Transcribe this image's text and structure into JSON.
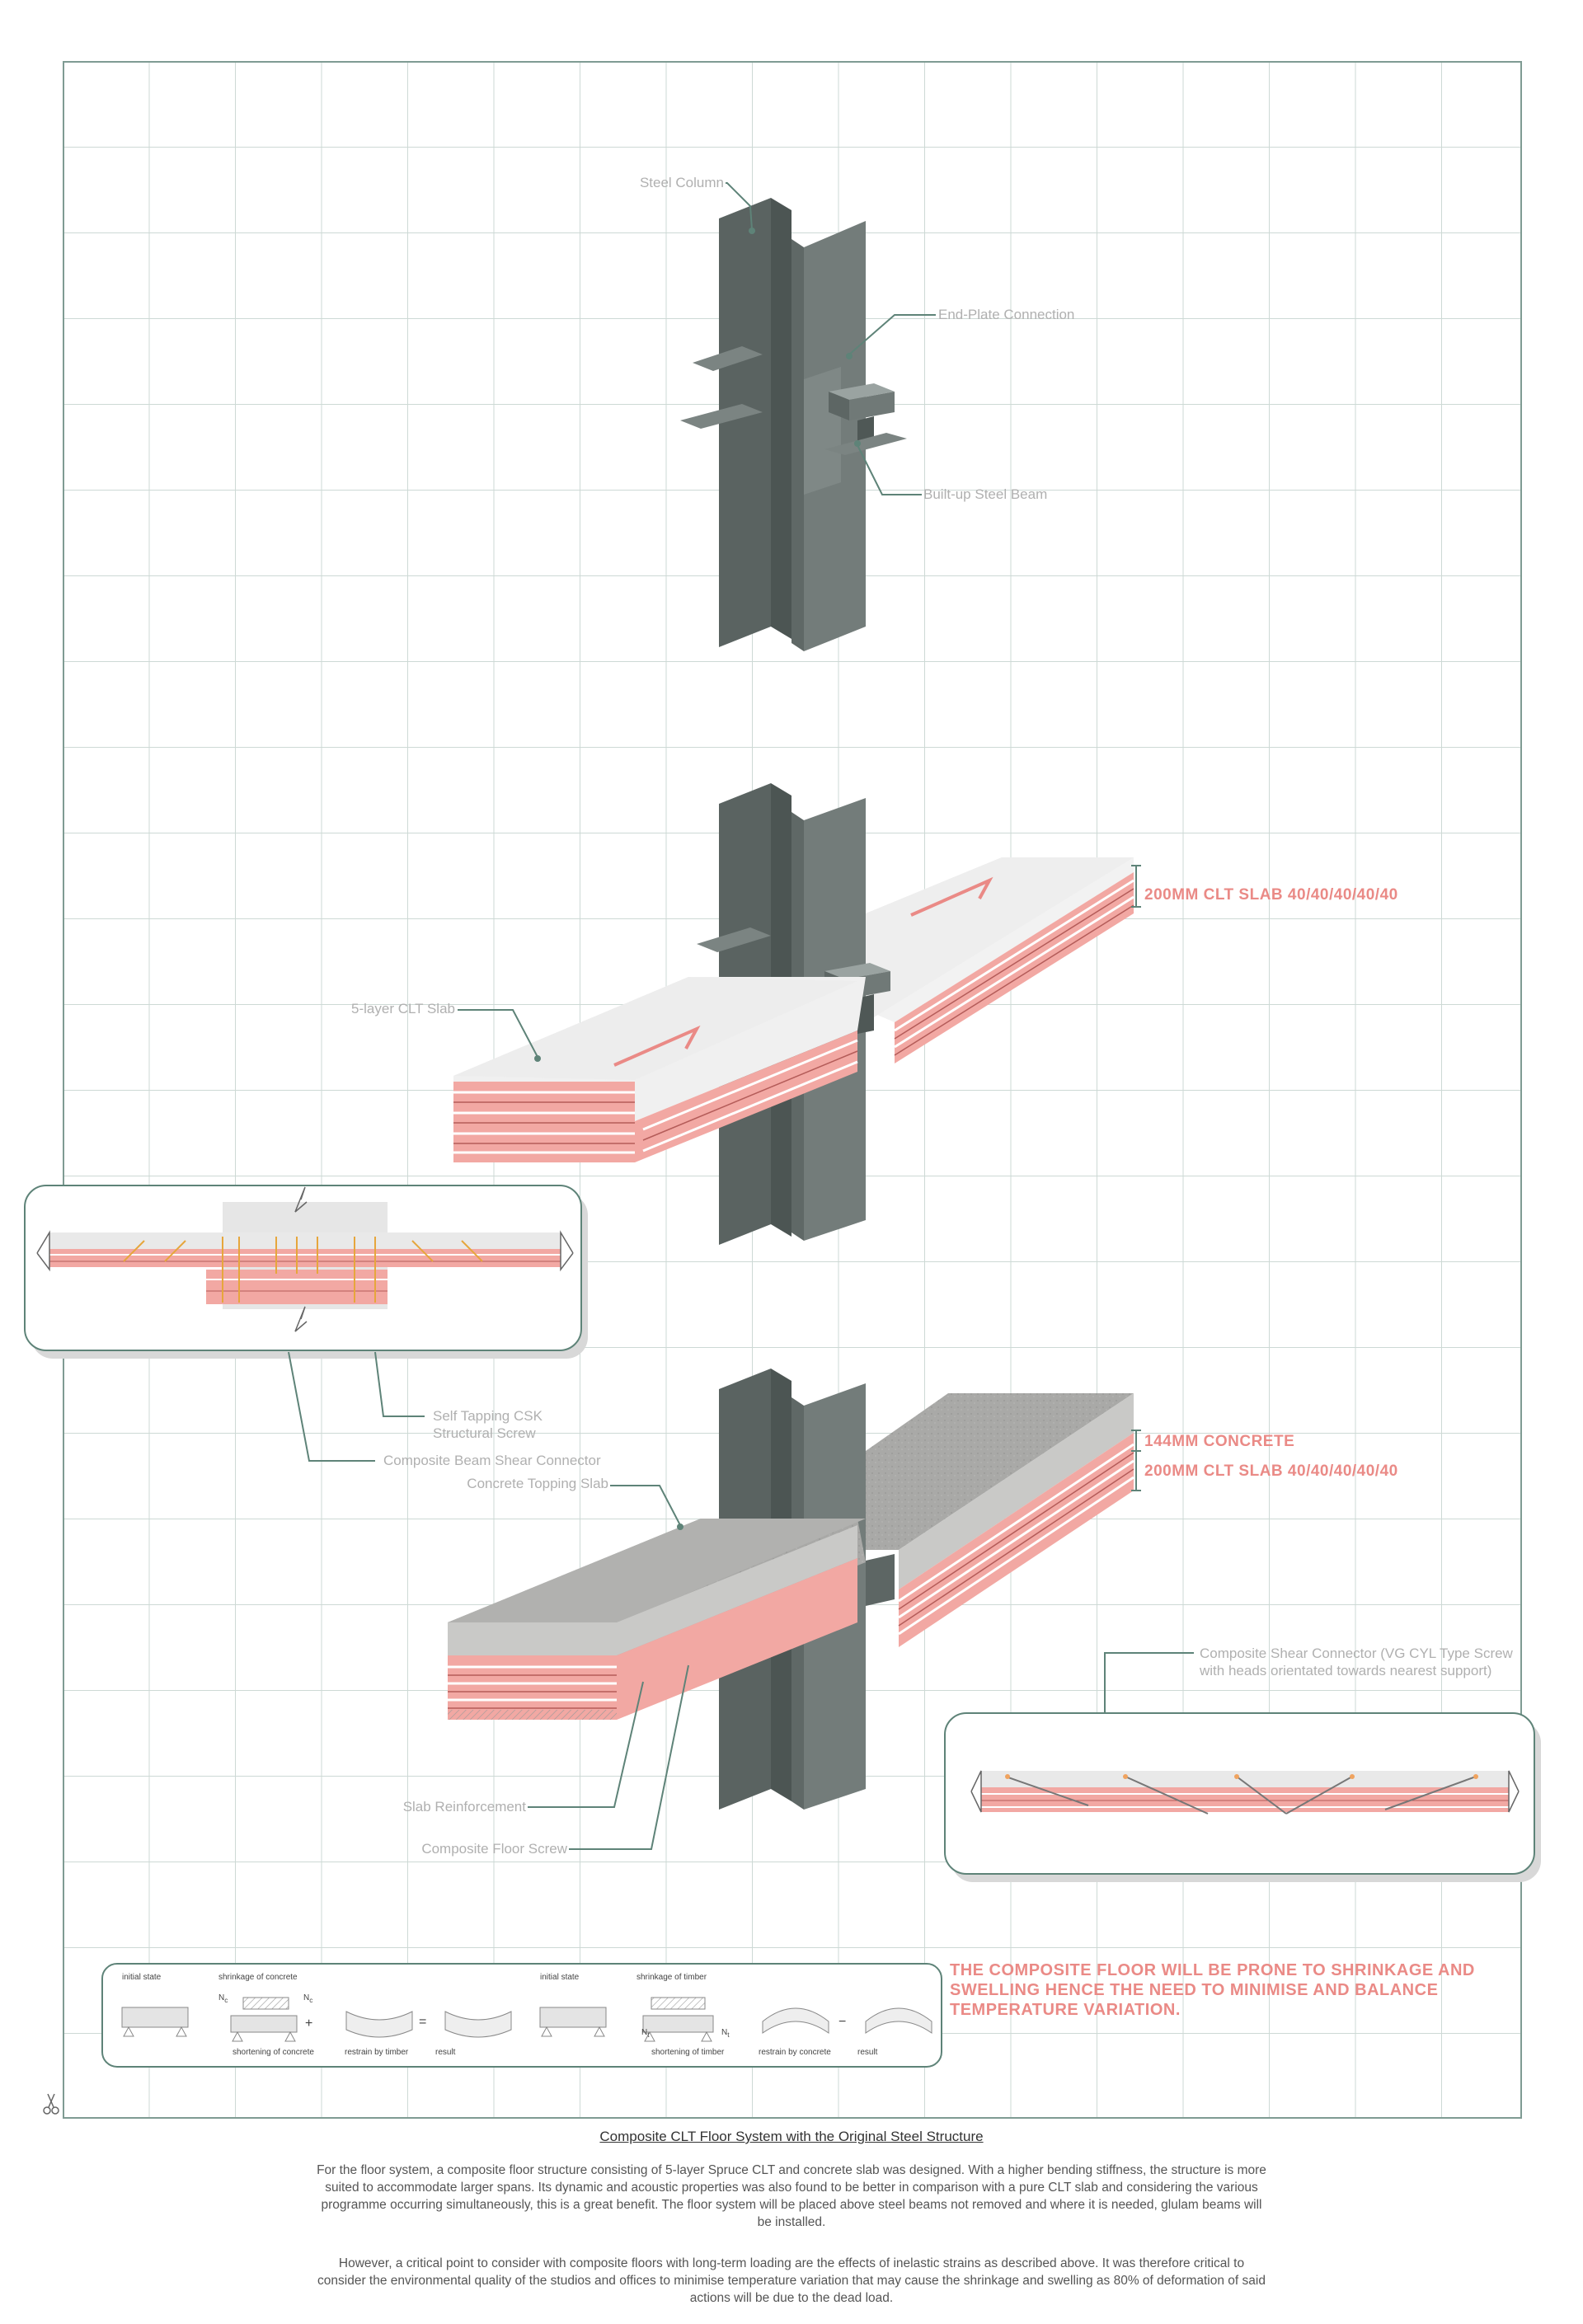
{
  "labels": {
    "steel_column": "Steel Column",
    "end_plate_connection": "End-Plate Connection",
    "built_up_steel_beam": "Built-up Steel Beam",
    "clt_slab": "5-layer CLT Slab",
    "self_tapping_screw": "Self Tapping CSK Structural Screw",
    "composite_beam_shear_connector": "Composite Beam Shear Connector",
    "concrete_topping_slab": "Concrete Topping Slab",
    "composite_shear_connector": "Composite Shear Connector (VG CYL Type Screw with heads orientated towards nearest support)",
    "slab_reinforcement": "Slab Reinforcement",
    "composite_floor_screw": "Composite Floor Screw"
  },
  "specs": {
    "clt_slab_mid": "200MM CLT SLAB 40/40/40/40/40",
    "concrete": "144MM CONCRETE",
    "clt_slab_bottom": "200MM CLT SLAB 40/40/40/40/40"
  },
  "diagram": {
    "concrete_group": {
      "initial_state": "initial state",
      "shrinkage": "shrinkage of concrete",
      "shortening": "shortening of concrete",
      "restrain": "restrain by timber",
      "result": "result"
    },
    "timber_group": {
      "initial_state": "initial state",
      "shrinkage": "shrinkage of timber",
      "shortening": "shortening of timber",
      "restrain": "restrain by concrete",
      "result": "result"
    },
    "symbols": {
      "plus": "+",
      "equals": "=",
      "minus": "−",
      "force_c": "N",
      "force_t": "N",
      "sub_c": "c",
      "sub_t": "t"
    }
  },
  "warning": "THE COMPOSITE FLOOR WILL BE PRONE TO SHRINKAGE AND SWELLING HENCE THE NEED TO MINIMISE AND BALANCE TEMPERATURE VARIATION.",
  "caption": "Composite CLT Floor System with the Original Steel Structure",
  "paragraphs": [
    "For the floor system, a composite floor structure consisting of 5-layer Spruce CLT and concrete slab was designed. With a higher bending stiffness, the structure is more suited to accommodate larger spans. Its dynamic and acoustic properties was also found to be better in comparison with a pure CLT slab and considering the various programme occurring simultaneously, this is a great benefit. The floor system will be placed above steel beams not removed and where it is needed, glulam beams will be installed.",
    "However, a critical point to consider with composite floors with long-term loading are the effects of inelastic strains as described above. It was therefore critical to consider the environmental quality of the studios and offices to minimise temperature variation that may cause the shrinkage and swelling as 80% of deformation of said actions will be due to the dead load."
  ],
  "colors": {
    "steel": "#6d7674",
    "steel_dark": "#4c5553",
    "steel_light": "#8a9391",
    "clt_pink": "#f2a8a3",
    "accent": "#ea8a86",
    "grid": "#cdd9d5",
    "frame": "#7f9b93",
    "leader": "#5e8378",
    "concrete": "#a9a9a7"
  },
  "icons": {
    "scissors": "scissors-icon"
  }
}
